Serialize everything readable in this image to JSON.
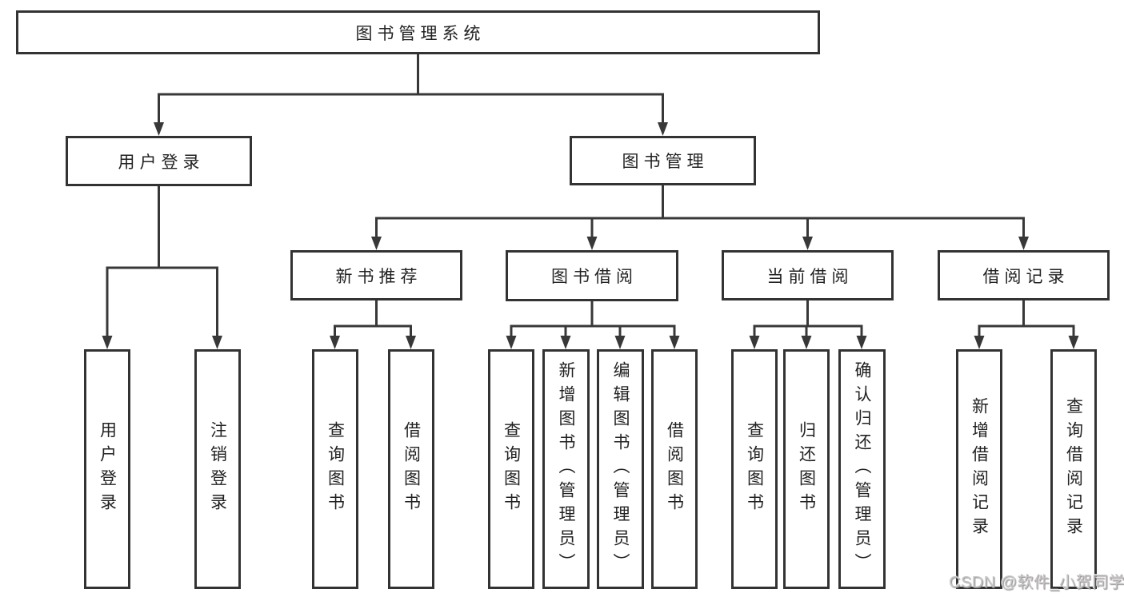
{
  "diagram": {
    "root": {
      "label": "图书管理系统"
    },
    "branches": [
      {
        "label": "用户登录",
        "children": [
          {
            "label": "用户登录"
          },
          {
            "label": "注销登录"
          }
        ]
      },
      {
        "label": "图书管理",
        "children": [
          {
            "label": "新书推荐",
            "children": [
              {
                "label": "查询图书"
              },
              {
                "label": "借阅图书"
              }
            ]
          },
          {
            "label": "图书借阅",
            "children": [
              {
                "label": "查询图书"
              },
              {
                "label": "新增图书（管理员）"
              },
              {
                "label": "编辑图书（管理员）"
              },
              {
                "label": "借阅图书"
              }
            ]
          },
          {
            "label": "当前借阅",
            "children": [
              {
                "label": "查询图书"
              },
              {
                "label": "归还图书"
              },
              {
                "label": "确认归还（管理员）"
              }
            ]
          },
          {
            "label": "借阅记录",
            "children": [
              {
                "label": "新增借阅记录"
              },
              {
                "label": "查询借阅记录"
              }
            ]
          }
        ]
      }
    ]
  },
  "watermark": {
    "text": "CSDN @软件_小贺同学"
  },
  "colors": {
    "line": "#383838",
    "box_border": "#333333",
    "text": "#222222",
    "background": "#ffffff",
    "watermark": "#c6c3c3"
  }
}
